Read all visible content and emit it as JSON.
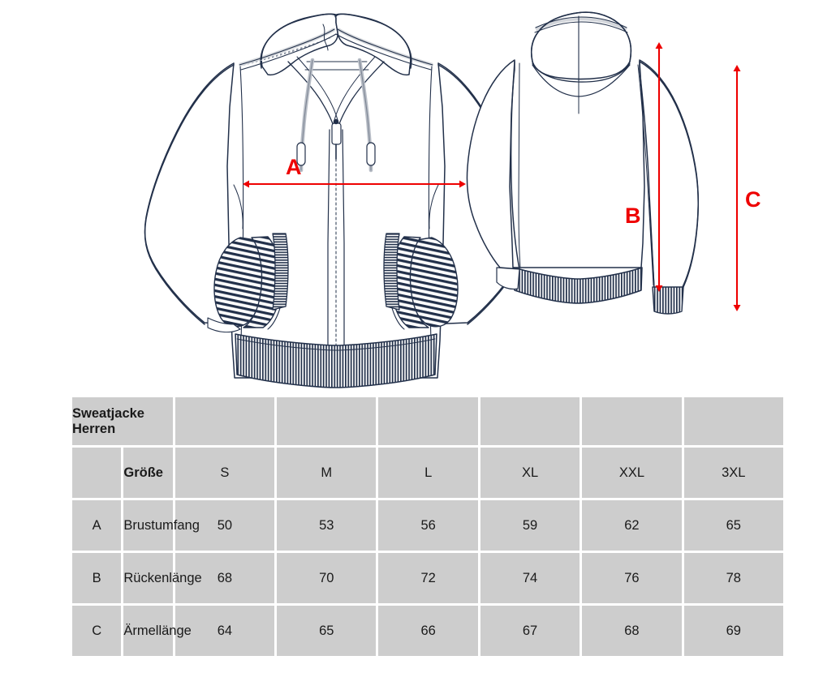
{
  "illustration": {
    "views": [
      {
        "name": "front-view",
        "description": "Hooded zip sweat jacket, front view with drawstrings, zipper, kangaroo pockets and ribbed cuffs and hem"
      },
      {
        "name": "back-view",
        "description": "Hooded sweat jacket, back view with centre seam, ribbed hem and ribbed cuff"
      }
    ],
    "measurement_markers": [
      {
        "id": "A",
        "label": "A",
        "orientation": "horizontal",
        "color": "#ee0000",
        "measures": "Brustumfang"
      },
      {
        "id": "B",
        "label": "B",
        "orientation": "vertical",
        "color": "#ee0000",
        "measures": "Rückenlänge"
      },
      {
        "id": "C",
        "label": "C",
        "orientation": "vertical",
        "color": "#ee0000",
        "measures": "Ärmellänge"
      }
    ],
    "line_color": "#22304a",
    "accent_color": "#ee0000"
  },
  "table": {
    "title": "Sweatjacke Herren",
    "size_header_label": "Größe",
    "sizes": [
      "S",
      "M",
      "L",
      "XL",
      "XXL",
      "3XL"
    ],
    "rows": [
      {
        "letter": "A",
        "name": "Brustumfang",
        "values": [
          "50",
          "53",
          "56",
          "59",
          "62",
          "65"
        ]
      },
      {
        "letter": "B",
        "name": "Rückenlänge",
        "values": [
          "68",
          "70",
          "72",
          "74",
          "76",
          "78"
        ]
      },
      {
        "letter": "C",
        "name": "Ärmellänge",
        "values": [
          "64",
          "65",
          "66",
          "67",
          "68",
          "69"
        ]
      }
    ],
    "cell_background": "#cdcdcd",
    "grid_color": "#ffffff"
  }
}
